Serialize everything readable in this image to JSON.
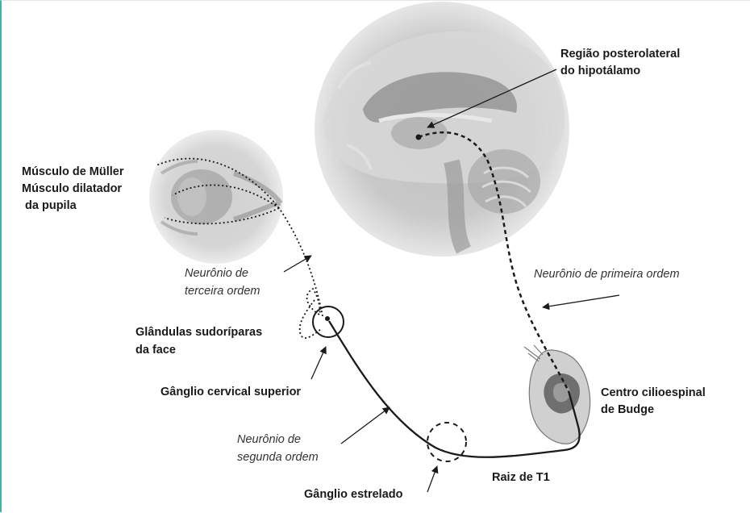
{
  "labels": {
    "hypothalamus_line1": "Região posterolateral",
    "hypothalamus_line2": "do hipotálamo",
    "muller_line1": "Músculo de Müller",
    "muller_line2": "Músculo dilatador",
    "muller_line3": " da pupila",
    "third_order_line1": "Neurônio de",
    "third_order_line2": "terceira ordem",
    "first_order": "Neurônio de primeira ordem",
    "sweat_line1": "Glândulas sudoríparas",
    "sweat_line2": "da face",
    "budge_line1": "Centro cilioespinal",
    "budge_line2": "de Budge",
    "superior_cervical": "Gânglio cervical superior",
    "second_order_line1": "Neurônio de",
    "second_order_line2": "segunda ordem",
    "t1_root": "Raiz de T1",
    "stellate": "Gânglio estrelado"
  },
  "colors": {
    "frame_accent": "#3bb3a6",
    "pathway": "#1a1a1a",
    "anatomy_gray": "#bdbdbd"
  }
}
